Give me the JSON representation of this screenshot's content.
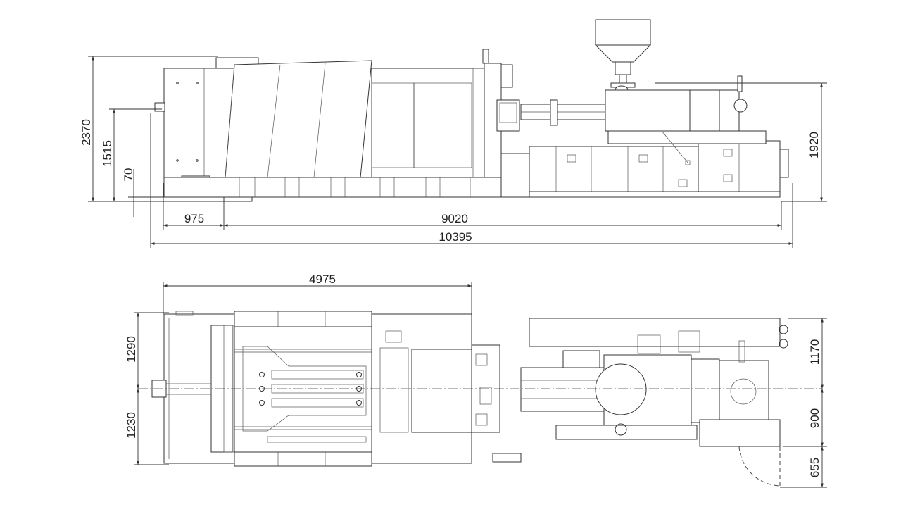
{
  "dimensions": {
    "side_total_height": "2370",
    "side_centerline_height": "1515",
    "side_base_height": "70",
    "side_injection_height": "1920",
    "side_left_offset": "975",
    "side_main_length": "9020",
    "side_total_length": "10395",
    "top_clamp_length": "4975",
    "top_upper_width": "1290",
    "top_lower_width": "1230",
    "top_injection_upper": "1170",
    "top_injection_lower": "900",
    "top_door_width": "655"
  }
}
